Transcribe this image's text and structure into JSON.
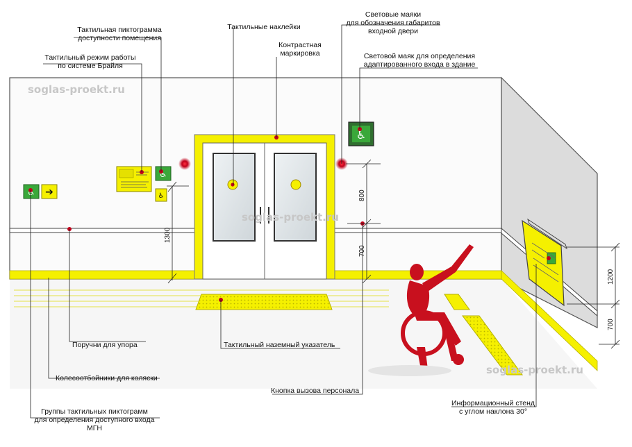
{
  "watermark": "soglas-proekt.ru",
  "labels": {
    "tactile_pictogram_1": "Тактильная пиктограмма",
    "tactile_pictogram_2": "доступности помещения",
    "braille_1": "Тактильный режим работы",
    "braille_2": "по системе Брайля",
    "tactile_stickers": "Тактильные наклейки",
    "contrast_1": "Контрастная",
    "contrast_2": "маркировка",
    "light_beacons_1": "Световые маяки",
    "light_beacons_2": "для  обозначения габаритов",
    "light_beacons_3": "входной двери",
    "light_beacon_entrance_1": "Световой маяк для определения",
    "light_beacon_entrance_2": "адаптированного входа в здание",
    "handrails": "Поручни для упора",
    "wheel_bumpers": "Колесоотбойники для коляски",
    "tactile_groups_1": "Группы тактильных пиктограмм",
    "tactile_groups_2": "для определения доступного входа",
    "tactile_groups_3": "МГН",
    "floor_indicator": "Тактильный наземный указатель",
    "call_button": "Кнопка вызова персонала",
    "info_stand_1": "Информационный стенд",
    "info_stand_2": "с углом наклона 30°"
  },
  "dimensions": {
    "d1300": "1300",
    "d800": "800",
    "d700_left": "700",
    "d1200": "1200",
    "d700_right": "700"
  },
  "colors": {
    "tactile_yellow": "#f5f000",
    "beacon_red": "#c0001a",
    "pictogram_green": "#3aa83a",
    "figure_red": "#c8101e"
  }
}
